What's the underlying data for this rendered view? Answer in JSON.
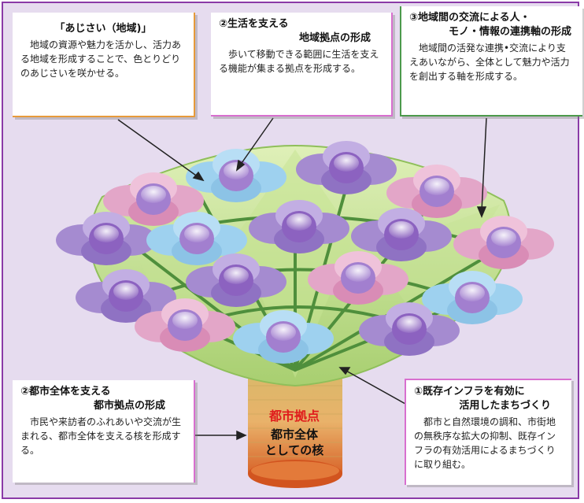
{
  "callouts": {
    "hydrangea": {
      "title": "「あじさい（地域)」",
      "body": "地域の資源や魅力を活かし、活力ある地域を形成することで、色とりどりのあじさいを咲かせる。"
    },
    "life_hub": {
      "title": "②生活を支える",
      "subtitle": "地域拠点の形成",
      "body": "歩いて移動できる範囲に生活を支える機能が集まる拠点を形成する。"
    },
    "axis": {
      "title": "③地域間の交流による人・",
      "subtitle": "モノ・情報の連携軸の形成",
      "body": "地域間の活発な連携•交流により支えあいながら、全体として魅力や活力を創出する軸を形成する。"
    },
    "city_hub": {
      "title": "②都市全体を支える",
      "subtitle": "都市拠点の形成",
      "body": "市民や来訪者のふれあいや交流が生まれる、都市全体を支える核を形成する。"
    },
    "infra": {
      "title": "①既存インフラを有効に",
      "subtitle": "活用したまちづくり",
      "body": "都市と自然環境の調和、市街地の無秩序な拡大の抑制、既存インフラの有効活用によるまちづくりに取り組む。"
    }
  },
  "core": {
    "title": "都市拠点",
    "subtitle_line1": "都市全体",
    "subtitle_line2": "としての核"
  },
  "colors": {
    "frame": "#8a3aa7",
    "background": "#e6dcef",
    "leaf": "#b9d98a",
    "stem": "#4f8f3c",
    "core_highlight": "#e01d1d",
    "petal_purple": "#a58bd0",
    "petal_pink": "#e3a6c8",
    "petal_blue": "#9ed1ef"
  }
}
